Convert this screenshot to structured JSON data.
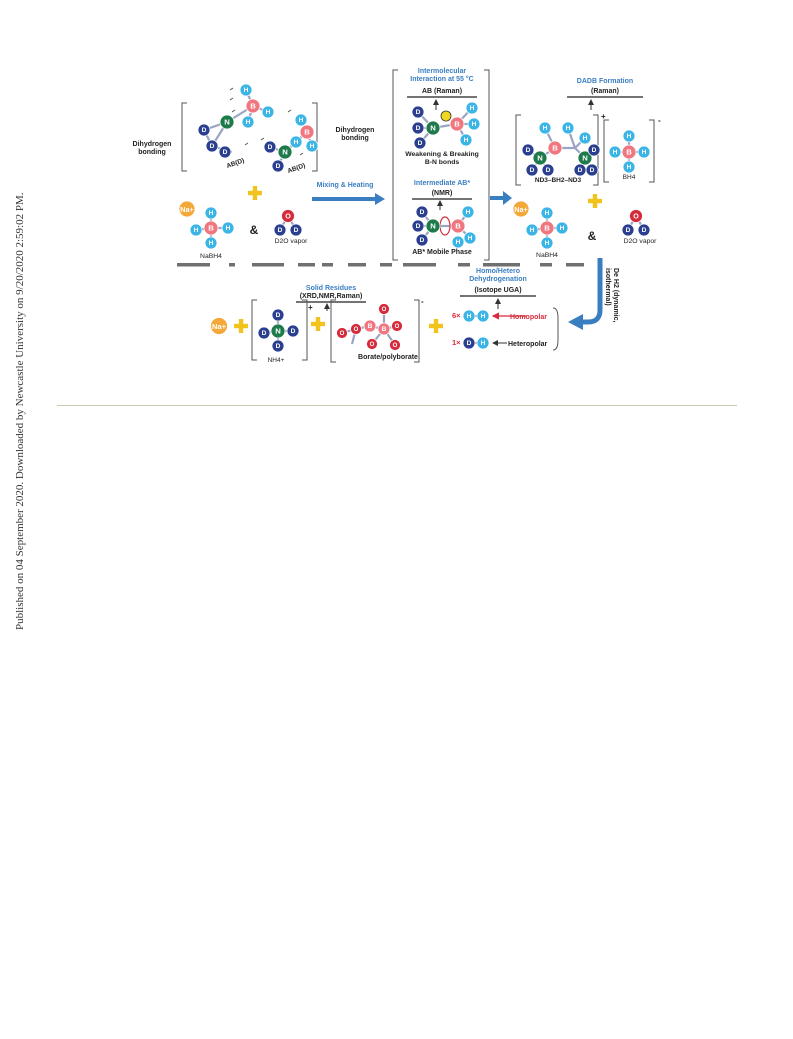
{
  "side_note": "Published on 04 September 2020. Downloaded by Newcastle University on 9/20/2020 2:59:02 PM.",
  "labels": {
    "dihydrogen_left": "Dihydrogen\nbonding",
    "dihydrogen_right": "Dihydrogen\nbonding",
    "ab_d_left": "AB(D)",
    "ab_d_right": "AB(D)",
    "mixing": "Mixing & Heating",
    "intermolecular": "Intermolecular\nInteraction at 55 °C",
    "ab_raman": "AB (Raman)",
    "weakening": "Weakening & Breaking\nB-N bonds",
    "intermediate": "Intermediate AB*",
    "nmr": "(NMR)",
    "mobile_phase": "AB* Mobile Phase",
    "dadb": "DADB Formation",
    "raman": "(Raman)",
    "nd3": "ND3–BH2–ND3",
    "bh4": "BH4",
    "nabh4_left": "NaBH4",
    "nabh4_right": "NaBH4",
    "d2o_left": "D2O vapor",
    "d2o_right": "D2O vapor",
    "amp": "&",
    "de_h2": "De H2 (dynamic,\nisothermal)",
    "homo_hetero": "Homo/Hetero\nDehydrogenation",
    "isotope": "(Isotope UGA)",
    "six_x": "6×",
    "one_x": "1×",
    "homopolar": "Homopolar",
    "heteropolar": "Heteropolar",
    "solid_residues": "Solid Residues",
    "xrd": "(XRD,NMR,Raman)",
    "nh4": "NH4+",
    "borate": "Borate/polyborate"
  },
  "atoms": {
    "D": "D",
    "H": "H",
    "N": "N",
    "B": "B",
    "O": "O",
    "Na": "Na+"
  },
  "colors": {
    "accent_blue": "#3a7ec2",
    "deuterium": "#2a3f8f",
    "hydrogen": "#3ab5e6",
    "nitrogen": "#1e7a4a",
    "boron": "#f0777f",
    "oxygen": "#d62b3a",
    "sodium": "#f5a83a",
    "plus": "#f2c21d",
    "homopolar_red": "#d62b3a",
    "dash_gray": "#707070"
  }
}
